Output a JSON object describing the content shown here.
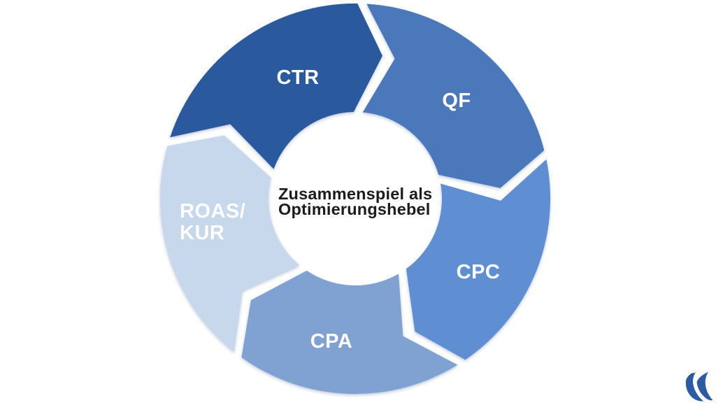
{
  "diagram": {
    "type": "cycle",
    "flow": "clockwise",
    "background": "#ffffff",
    "label_color": "#ffffff",
    "center": {
      "line1": "Zusammenspiel als",
      "line2": "Optimierungshebel",
      "text_color": "#1c1c1e"
    },
    "segments": [
      {
        "id": "ctr",
        "label": "CTR",
        "lines": [
          "CTR"
        ],
        "color": "#2a5a9d"
      },
      {
        "id": "qf",
        "label": "QF",
        "lines": [
          "QF"
        ],
        "color": "#4b77bb"
      },
      {
        "id": "cpc",
        "label": "CPC",
        "lines": [
          "CPC"
        ],
        "color": "#5e8ed2"
      },
      {
        "id": "cpa",
        "label": "CPA",
        "lines": [
          "CPA"
        ],
        "color": "#7fa2d2"
      },
      {
        "id": "roas-kur",
        "label": "ROAS/KUR",
        "lines": [
          "ROAS/",
          "KUR"
        ],
        "color": "#c7d7ec"
      }
    ],
    "gap_color": "#ffffff"
  },
  "logo": {
    "name": "wave-w-logo",
    "color": "#2d5ba3",
    "accent": "#17396e"
  }
}
